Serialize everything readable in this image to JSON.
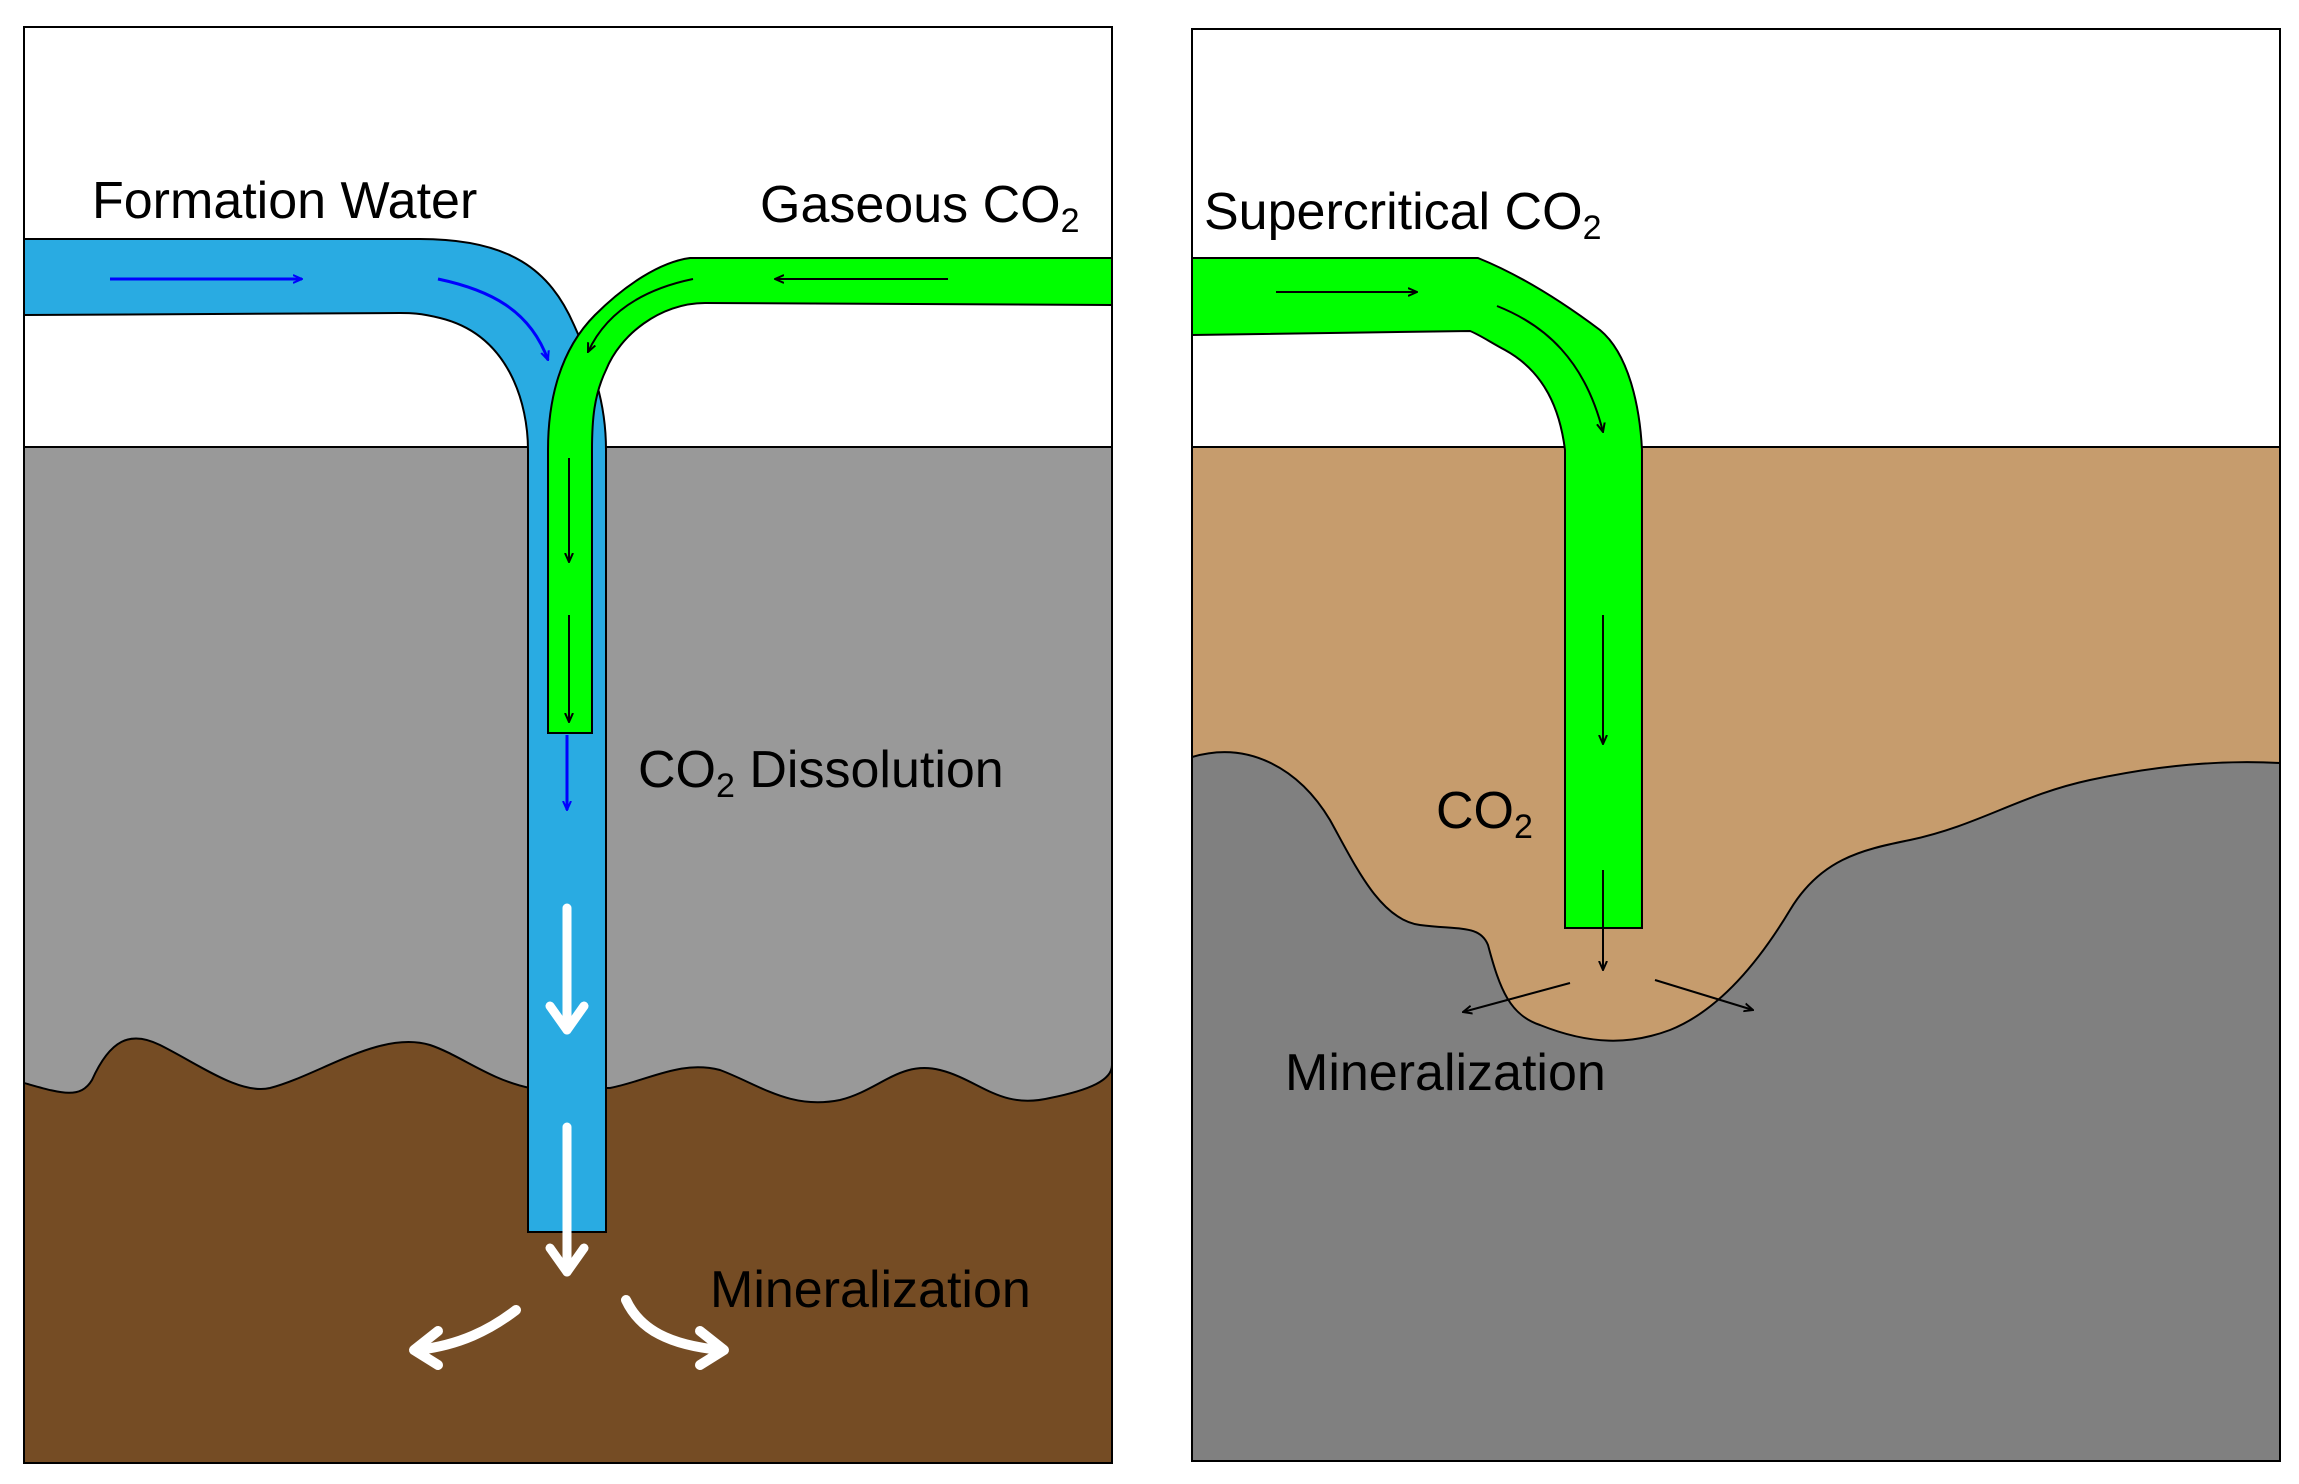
{
  "left_panel": {
    "label_formation_water": "Formation Water",
    "label_gaseous": "Gaseous CO",
    "label_gaseous_sub": "2",
    "label_dissolution_co": "CO",
    "label_dissolution_sub": "2",
    "label_dissolution_rest": " Dissolution",
    "label_mineralization": "Mineralization"
  },
  "right_panel": {
    "label_supercritical": "Supercritical CO",
    "label_supercritical_sub": "2",
    "label_co2": "CO",
    "label_co2_sub": "2",
    "label_mineralization": "Mineralization"
  },
  "colors": {
    "sky": "#ffffff",
    "formation_water": "#29abe2",
    "co2": "#00ff00",
    "caprock_gray": "#999999",
    "brown_rock": "#754c24",
    "sand": "#c69c6d",
    "dark_gray_rock": "#808080",
    "flow_arrow_blue": "#0000ff",
    "outline": "#000000"
  }
}
